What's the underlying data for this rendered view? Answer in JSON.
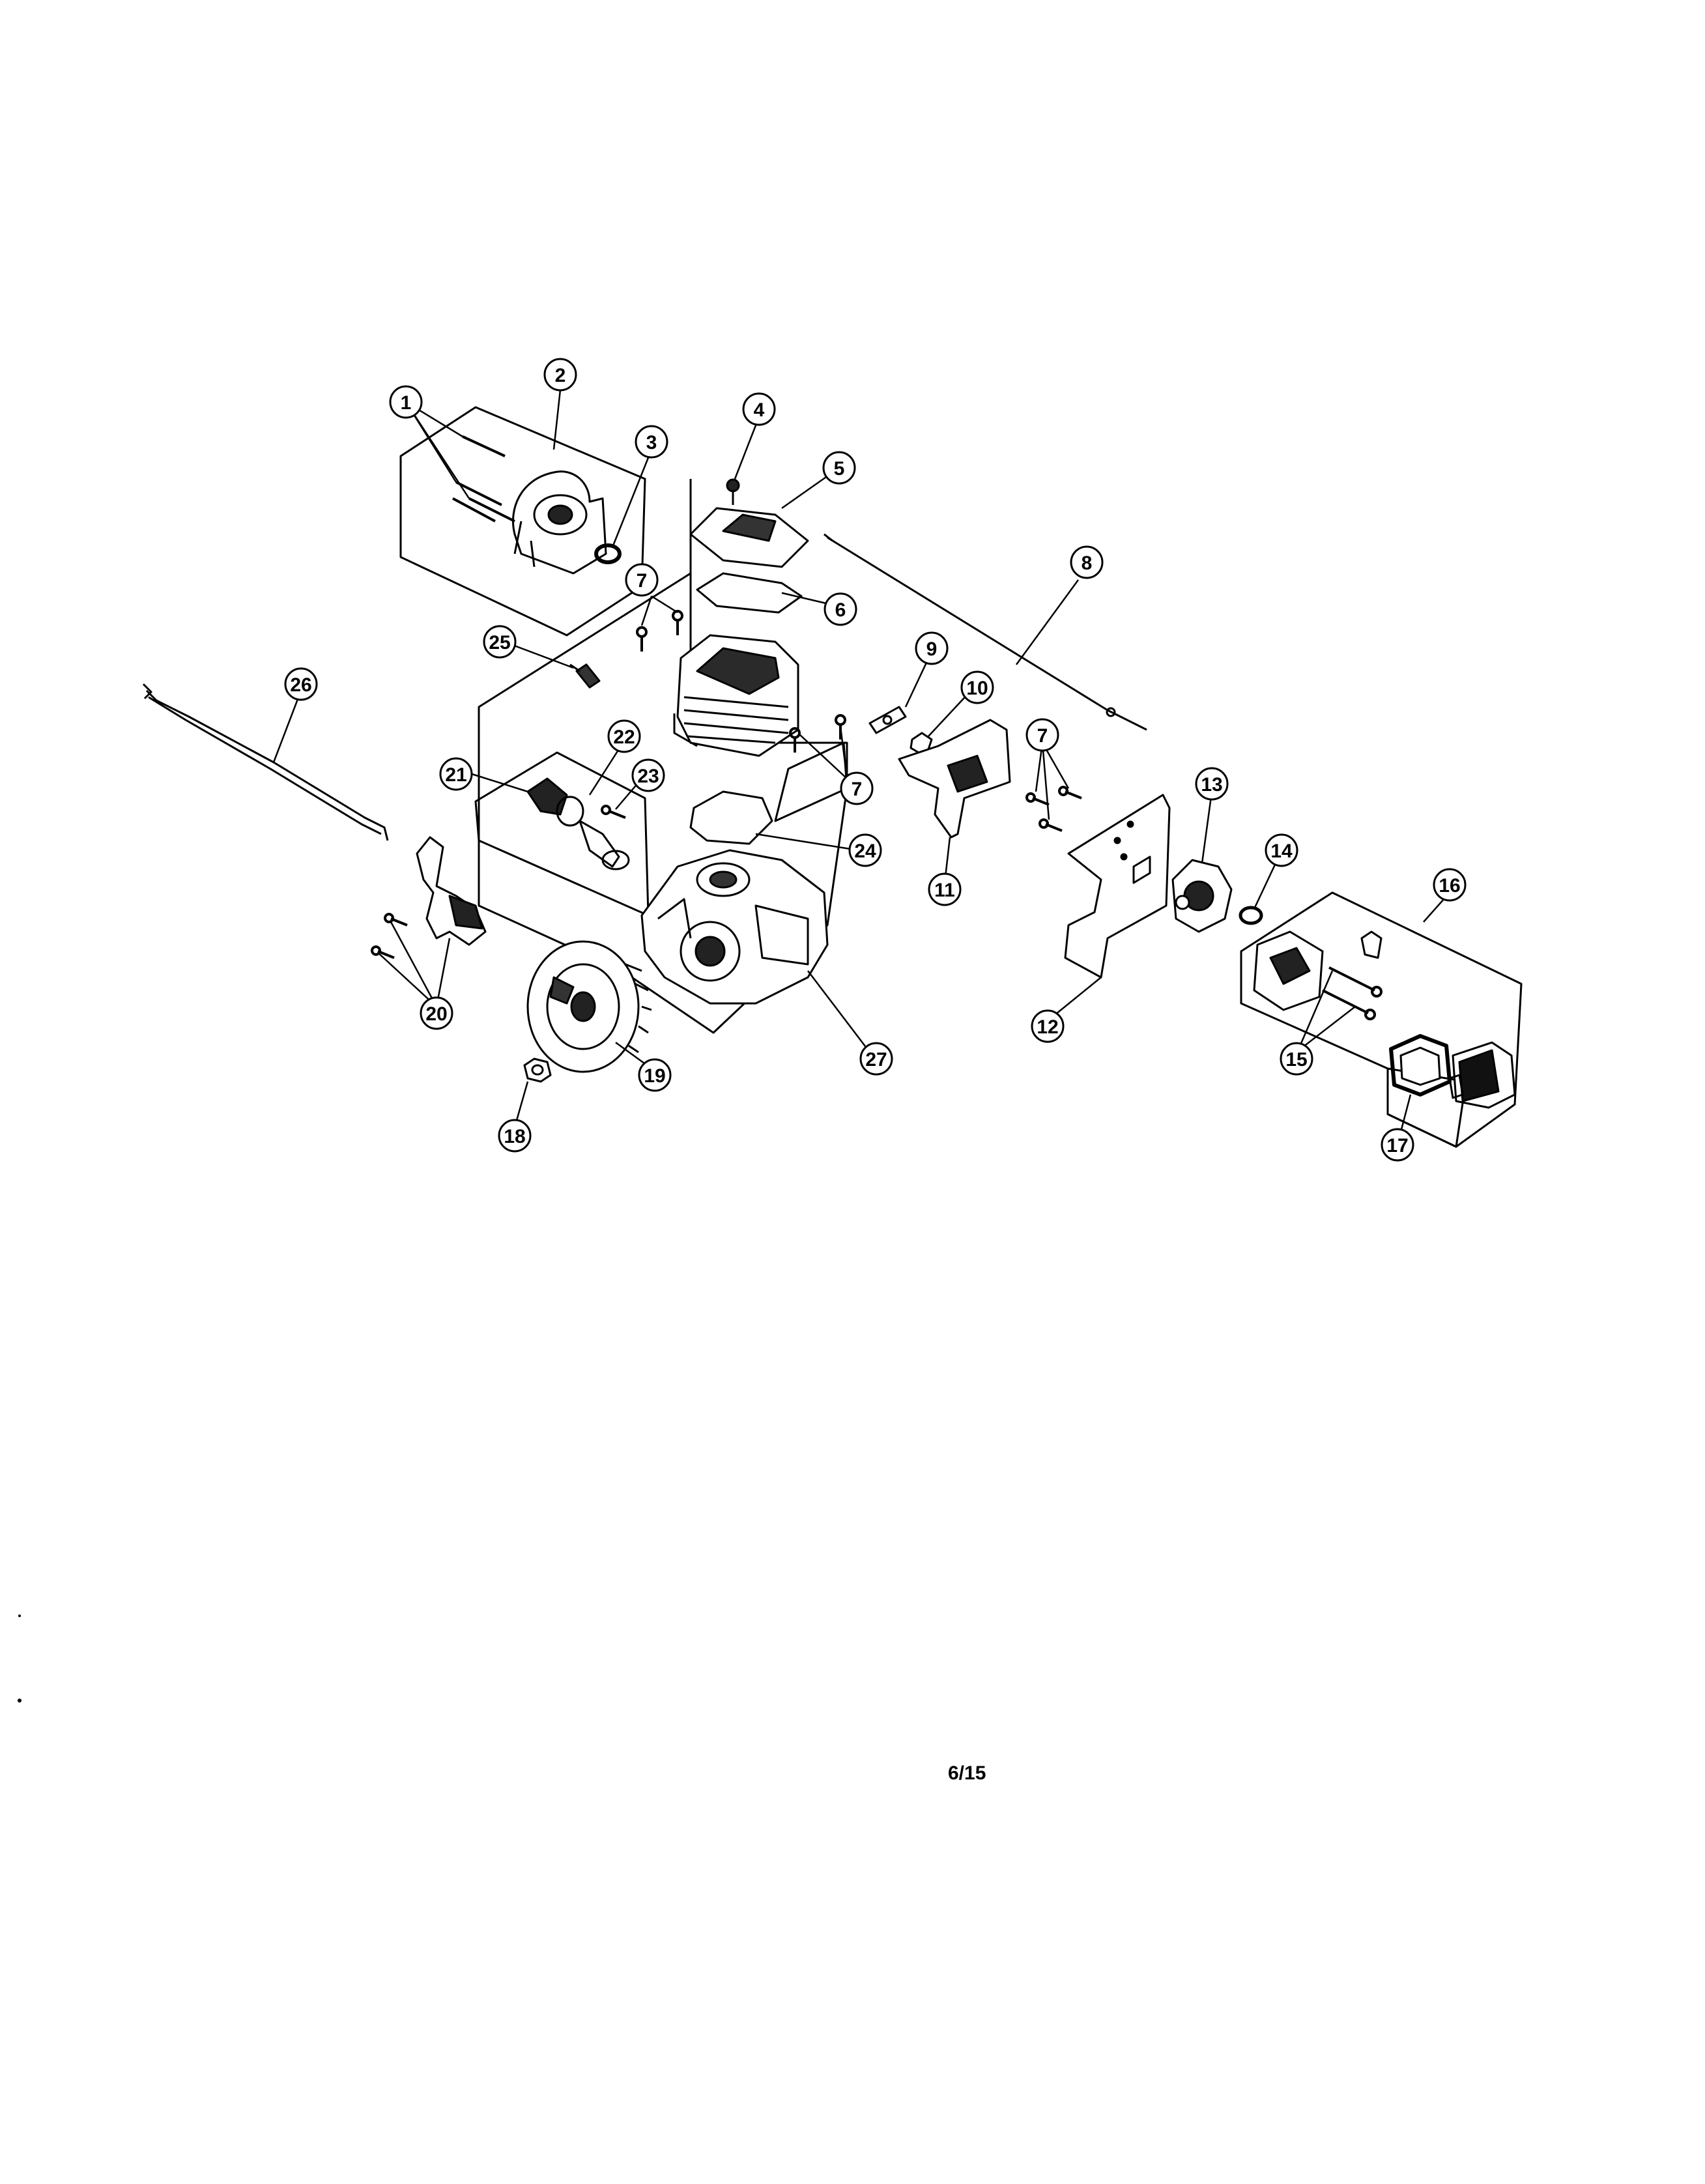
{
  "page": {
    "page_number": "6/15"
  },
  "callouts": [
    "1",
    "2",
    "3",
    "4",
    "5",
    "6",
    "7",
    "8",
    "9",
    "10",
    "11",
    "12",
    "13",
    "14",
    "15",
    "16",
    "17",
    "18",
    "19",
    "20",
    "21",
    "22",
    "23",
    "24",
    "25",
    "26",
    "27"
  ],
  "colors": {
    "line": "#000000",
    "background": "#ffffff",
    "part_fill": "#ffffff",
    "part_dark": "#1a1a1a"
  }
}
